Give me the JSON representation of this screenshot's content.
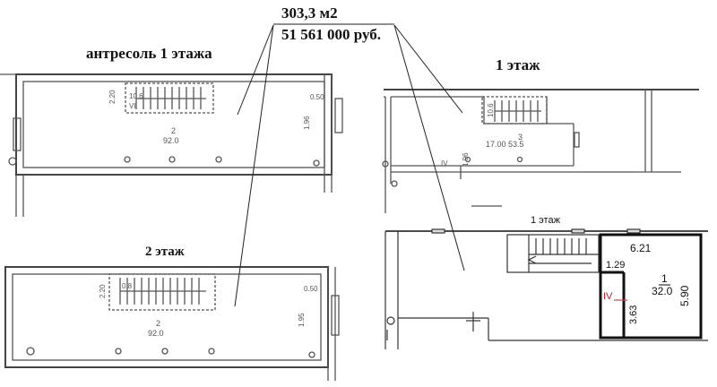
{
  "summary": {
    "area": "303,3 м2",
    "price": "51 561 000 руб."
  },
  "mezzanine": {
    "title": "антресоль 1 этажа",
    "room_number": "2",
    "room_area": "92.0",
    "dim_left": "2.20",
    "dim_right_top": "0.50",
    "dim_right": "1.96",
    "stair_small_top": "10.6",
    "stair_small_bottom": "VI"
  },
  "floor1_old": {
    "title": "1 этаж",
    "room_number": "3",
    "room_area": "17.00 53.5",
    "dim_small": "1.96",
    "roman": "IV",
    "stair_mark": "10.6"
  },
  "floor2": {
    "title": "2 этаж",
    "room_number": "2",
    "room_area": "92.0",
    "dim_left": "2.20",
    "dim_right_top": "0.50",
    "dim_right": "1.95",
    "stair_small": "0.8"
  },
  "floor1_new": {
    "title": "1 этаж",
    "width_top": "6.21",
    "small_dim": "1.29",
    "room_number": "1",
    "room_area": "32.0",
    "height_right": "5.90",
    "height_left": "3.63",
    "roman": "IV"
  }
}
